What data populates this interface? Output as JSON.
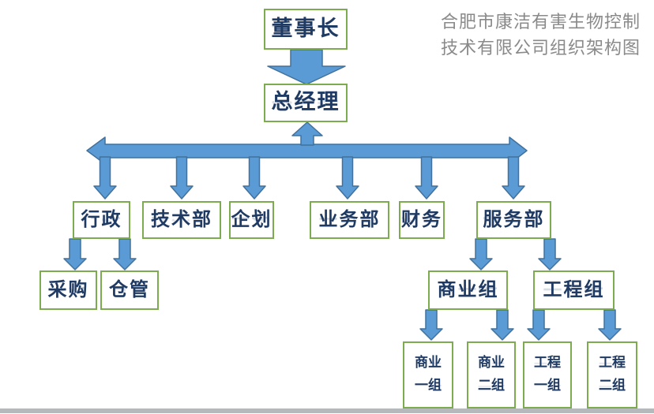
{
  "title": {
    "line1": "合肥市康洁有害生物控制",
    "line2": "技术有限公司组织架构图"
  },
  "org": {
    "chairman": "董事长",
    "general_manager": "总经理",
    "departments": {
      "admin": "行政",
      "tech": "技术部",
      "planning": "企划",
      "business": "业务部",
      "finance": "财务",
      "service": "服务部"
    },
    "admin_children": {
      "procurement": "采购",
      "warehouse": "仓管"
    },
    "service_children": {
      "commercial": "商业组",
      "engineering": "工程组"
    },
    "teams": {
      "commercial1": {
        "line1": "商业",
        "line2": "一组"
      },
      "commercial2": {
        "line1": "商业",
        "line2": "二组"
      },
      "engineering1": {
        "line1": "工程",
        "line2": "一组"
      },
      "engineering2": {
        "line1": "工程",
        "line2": "二组"
      }
    }
  },
  "colors": {
    "arrow_fill": "#5b9bd5",
    "arrow_stroke": "#41719c",
    "box_border": "#7cac4f",
    "node_text": "#1f3a63",
    "title_text": "#8a8a8a",
    "bottom_bar": "#b6b9bb"
  }
}
